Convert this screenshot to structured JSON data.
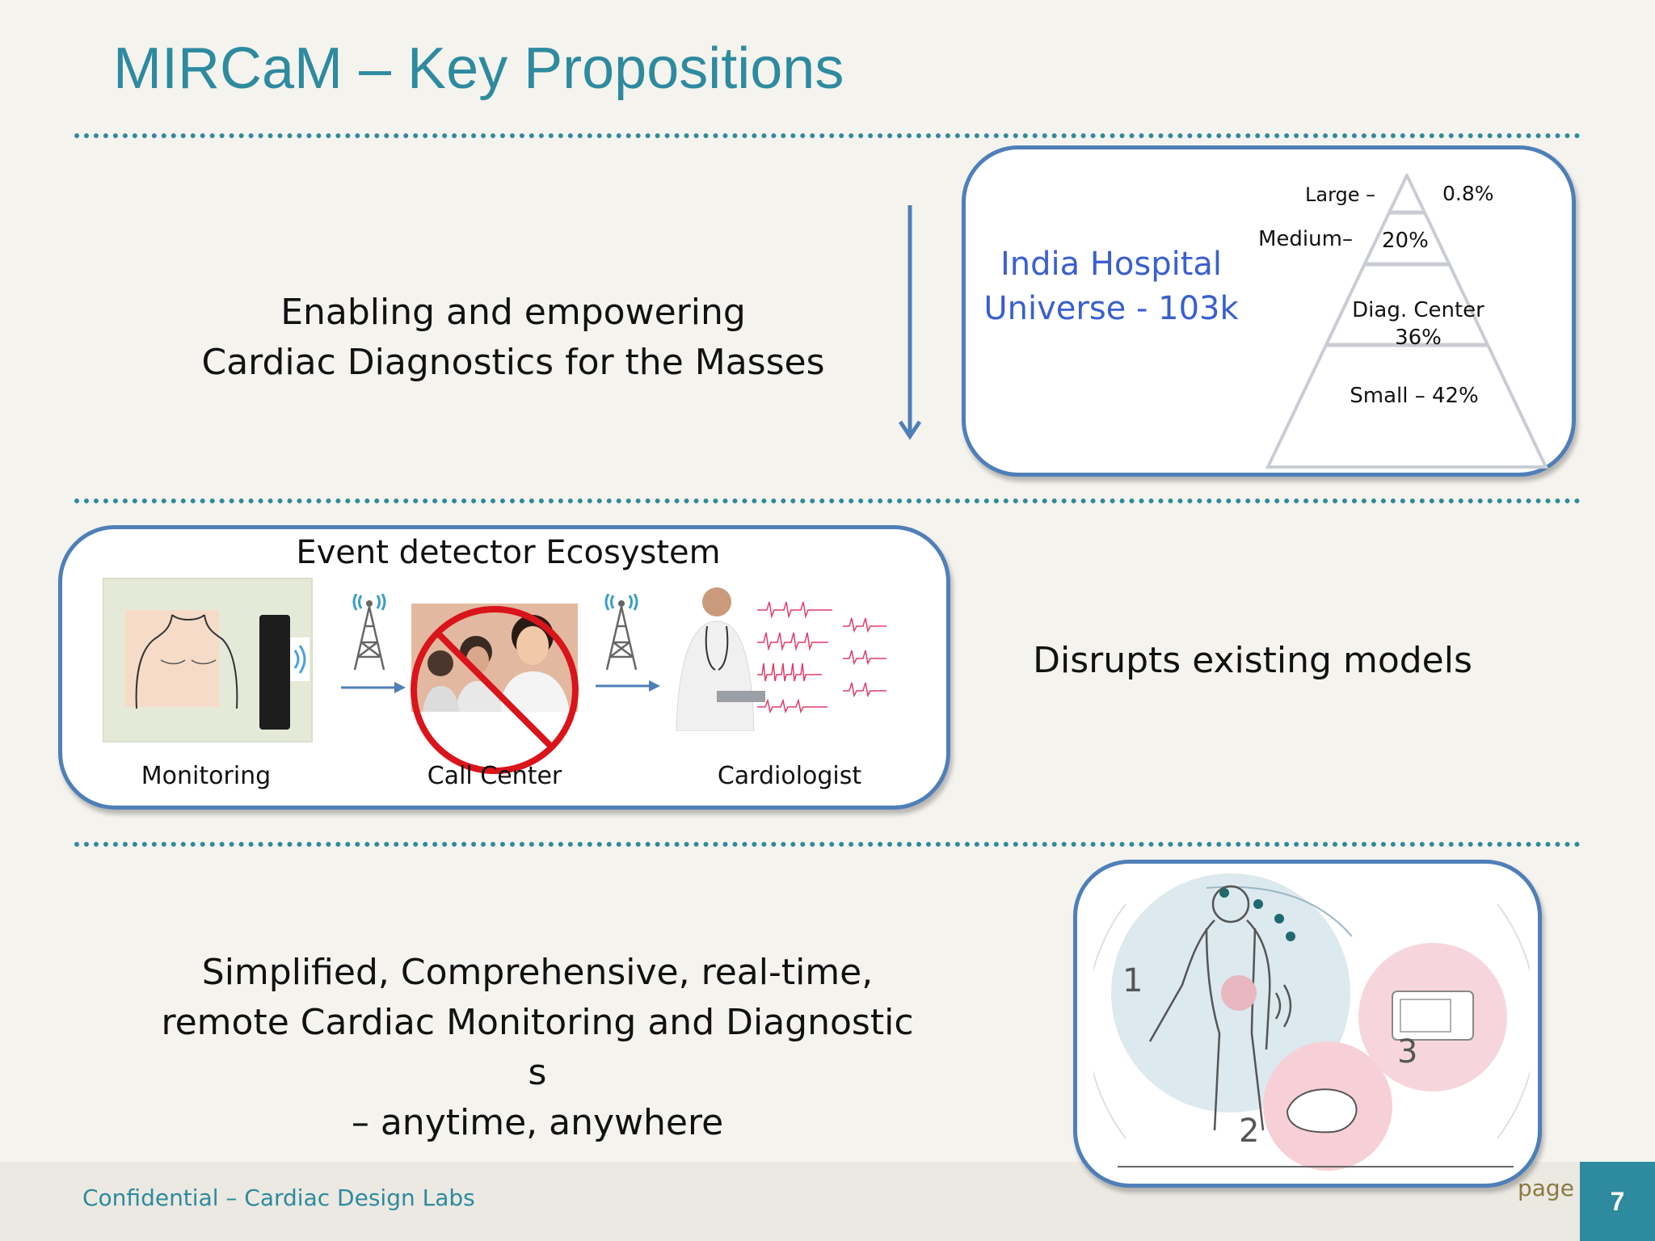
{
  "slide": {
    "title": "MIRCaM – Key Propositions",
    "page_label": "page",
    "page_number": "7",
    "footer_text": "Confidential – Cardiac Design Labs"
  },
  "section1": {
    "line1": "Enabling and empowering",
    "line2": "Cardiac Diagnostics for the Masses"
  },
  "hospital_card": {
    "heading_line1": "India Hospital",
    "heading_line2": "Universe - 103k",
    "heading_color": "#3a5fd0",
    "pyramid": {
      "large_label": "Large –",
      "large_value": "0.8%",
      "medium_label": "Medium–",
      "medium_value": "20%",
      "diag_label": "Diag. Center",
      "diag_value": "36%",
      "small_label": "Small – 42%"
    }
  },
  "ecosystem_card": {
    "title": "Event detector Ecosystem",
    "monitoring_label": "Monitoring",
    "callcenter_label": "Call Center",
    "cardiologist_label": "Cardiologist"
  },
  "section2": {
    "text": "Disrupts existing models"
  },
  "section3": {
    "line1": "Simplified, Comprehensive, real-time,",
    "line2": "remote Cardiac Monitoring and Diagnostic",
    "line3": "s",
    "line4": "– anytime, anywhere"
  },
  "device_card": {
    "step1": "1",
    "step2": "2",
    "step3": "3"
  },
  "colors": {
    "accent": "#2e8a9e",
    "card_border": "#4f7fb8",
    "prohibit_red": "#d9141b"
  }
}
